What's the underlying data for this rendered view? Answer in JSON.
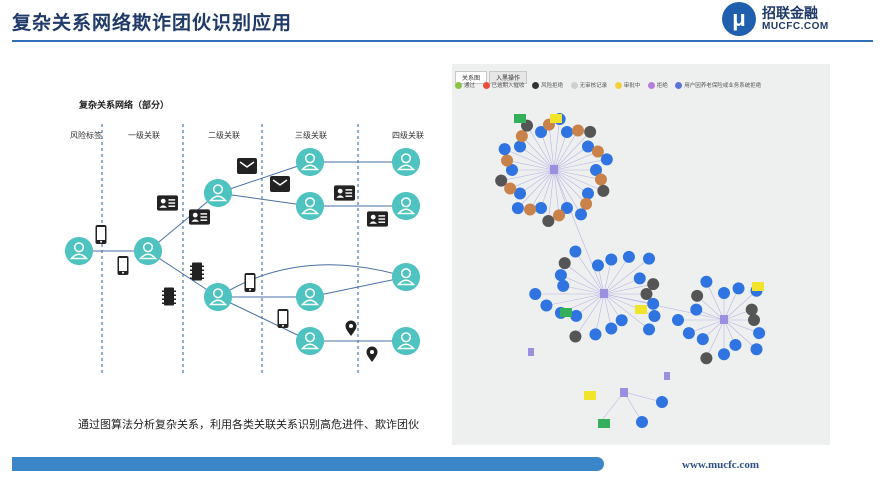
{
  "header": {
    "title": "复杂关系网络欺诈团伙识别应用"
  },
  "logo": {
    "mark": "μ",
    "name": "招联金融",
    "en": "MUCFC.COM"
  },
  "diagram": {
    "subtitle": "复杂关系网络（部分）",
    "columns": [
      "风险标签",
      "一级关联",
      "二级关联",
      "三级关联",
      "四级关联"
    ]
  },
  "caption": "通过图算法分析复杂关系，利用各类关联关系识别高危进件、欺诈团伙",
  "footer": {
    "url": "www.mucfc.com"
  },
  "panel": {
    "tabs": [
      "关系图",
      "入黑操作"
    ],
    "legend": [
      {
        "label": "通过",
        "color": "#8bc34a"
      },
      {
        "label": "已逾期入催收",
        "color": "#e84c3d"
      },
      {
        "label": "风险拒绝",
        "color": "#333333"
      },
      {
        "label": "无审核记录",
        "color": "#cfcfcf"
      },
      {
        "label": "审批中",
        "color": "#f4d03f"
      },
      {
        "label": "拒绝",
        "color": "#b57edc"
      },
      {
        "label": "用户因养老保险或业务系统拒绝",
        "color": "#5b74d8"
      }
    ]
  },
  "colors": {
    "brand": "#1f5fae",
    "title": "#1f3a68",
    "person_node": "#4ec3c0",
    "graph_blue": "#2f74e0",
    "graph_orange": "#c8824a",
    "graph_dark": "#555555",
    "graph_yellow": "#f2e42a",
    "graph_green": "#34b05a",
    "graph_purple": "#9b8fe0"
  }
}
